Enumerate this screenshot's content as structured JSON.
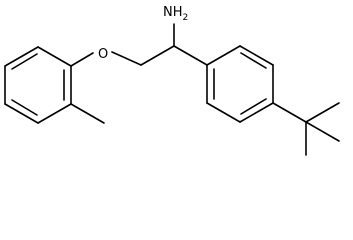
{
  "structure": {
    "atoms": [
      {
        "symbol": "NH2",
        "text": "NH",
        "subscript": "2"
      },
      {
        "symbol": "O",
        "text": "O"
      }
    ]
  }
}
